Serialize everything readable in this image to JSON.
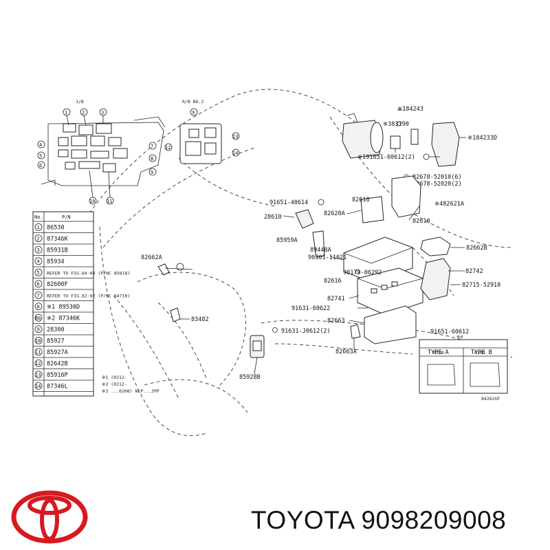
{
  "brand": {
    "name": "TOYOTA",
    "part_number": "9098209008",
    "logo_color": "#d71920"
  },
  "diagram": {
    "code": "84262GF",
    "inset_left_title": "J/B",
    "inset_right_title": "R/B NO.2",
    "table": {
      "headers": [
        "No.",
        "P/N"
      ],
      "rows": [
        {
          "no": "1",
          "pn": "86530"
        },
        {
          "no": "2",
          "pn": "87346K"
        },
        {
          "no": "3",
          "pn": "85931B"
        },
        {
          "no": "4",
          "pn": "85934"
        },
        {
          "no": "5",
          "pn": "REFER TO FIG.84-04 (P/NC 85818)"
        },
        {
          "no": "6",
          "pn": "82600F"
        },
        {
          "no": "7",
          "pn": "REFER TO FIG.82-02 (P/NC 84710)"
        },
        {
          "no": "8",
          "pn": "※1 89530D"
        },
        {
          "no": "8b",
          "pn": "※2 87346K"
        },
        {
          "no": "9",
          "pn": "28300"
        },
        {
          "no": "10",
          "pn": "85927"
        },
        {
          "no": "11",
          "pn": "85927A"
        },
        {
          "no": "12",
          "pn": "82642B"
        },
        {
          "no": "13",
          "pn": "85916P"
        },
        {
          "no": "14",
          "pn": "87346L"
        }
      ],
      "notes": [
        "※1 (0212-",
        "※2 (0212-",
        "※3 ...0208) NLP...JPP"
      ]
    },
    "callouts": [
      "※184243",
      "※383390",
      "※184233D",
      "※191651-60612(2)",
      "82678-52010(6)",
      "82678-52020(2)",
      "※482621A",
      "91651-40614",
      "82618",
      "28610",
      "82620A",
      "82610",
      "85959A",
      "90301-11021",
      "89448A",
      "82662A",
      "82662B",
      "90179-06292",
      "82742",
      "82616",
      "82715-52910",
      "82741",
      "91631-60622",
      "82663",
      "83482",
      "91631-J0612(2)",
      "91651-60612",
      "82663A",
      "85928B"
    ],
    "type_box": {
      "header_left": "0208",
      "header_right": "0209",
      "type_a": "TYPE A",
      "type_b": "TYPE B",
      "marker": "※4"
    }
  }
}
